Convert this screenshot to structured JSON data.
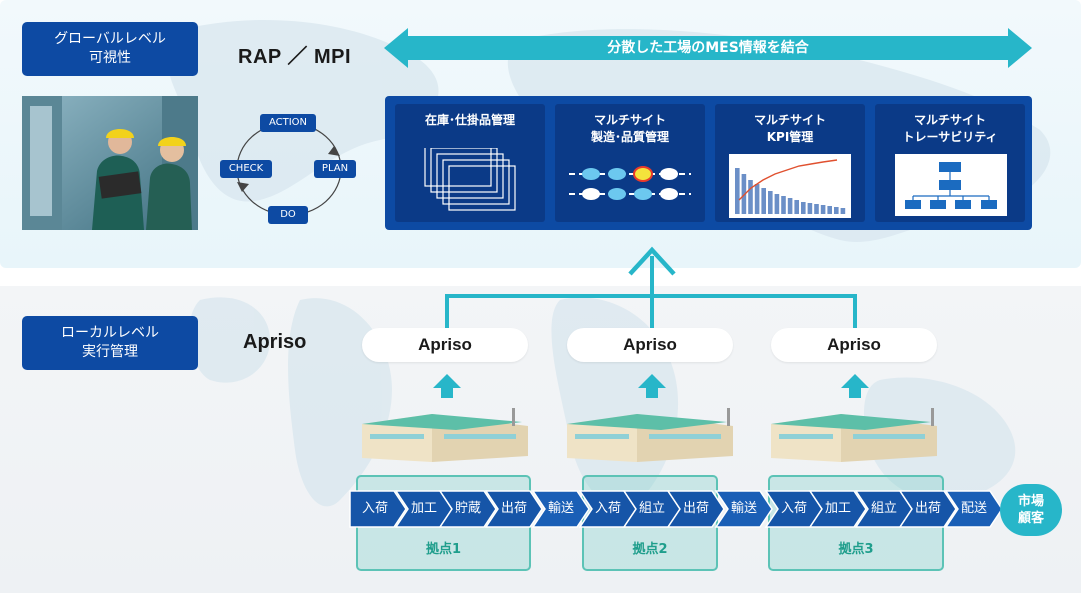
{
  "global_level": {
    "line1": "グローバルレベル",
    "line2": "可視性"
  },
  "local_level": {
    "line1": "ローカルレベル",
    "line2": "実行管理"
  },
  "rap_mpi": "RAP ／ MPI",
  "apriso_heading": "Apriso",
  "pdca": {
    "action": "ACTION",
    "plan": "PLAN",
    "do": "DO",
    "check": "CHECK"
  },
  "banner": "分散した工場のMES情報を結合",
  "cards": [
    {
      "line1": "在庫･仕掛品管理",
      "line2": ""
    },
    {
      "line1": "マルチサイト",
      "line2": "製造･品質管理"
    },
    {
      "line1": "マルチサイト",
      "line2": "KPI管理"
    },
    {
      "line1": "マルチサイト",
      "line2": "トレーサビリティ"
    }
  ],
  "apriso_sites": [
    "Apriso",
    "Apriso",
    "Apriso"
  ],
  "flow_steps": [
    "入荷",
    "加工",
    "貯蔵",
    "出荷",
    "輸送",
    "入荷",
    "組立",
    "出荷",
    "輸送",
    "入荷",
    "加工",
    "組立",
    "出荷",
    "配送"
  ],
  "sites": [
    "拠点1",
    "拠点2",
    "拠点3"
  ],
  "market": {
    "line1": "市場",
    "line2": "顧客"
  },
  "colors": {
    "navy": "#0d4aa3",
    "cyan": "#27b6c9",
    "teal": "#5cc3b6",
    "flow": "#1655a8"
  }
}
